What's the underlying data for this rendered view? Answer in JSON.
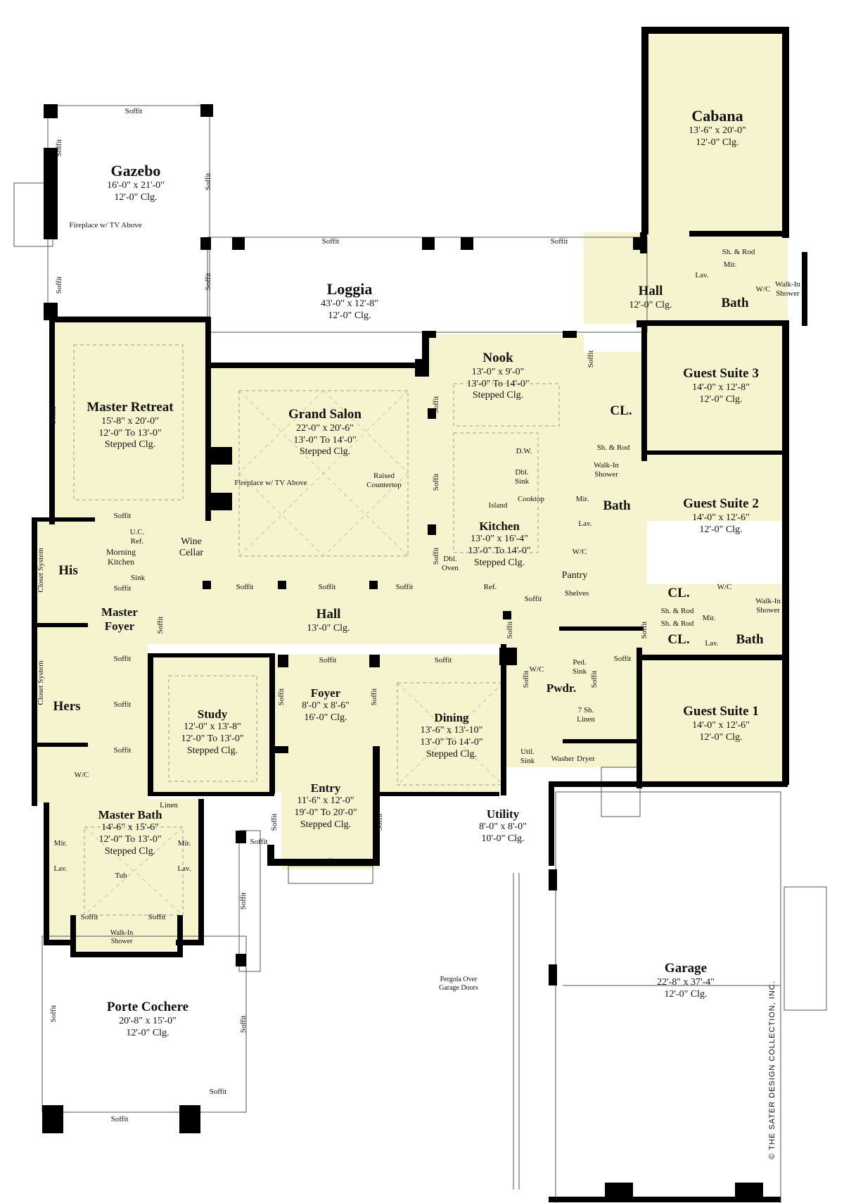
{
  "colors": {
    "floor": "#f6f3cf",
    "wall": "#000000",
    "outdoor": "#ffffff"
  },
  "rooms": {
    "gazebo": {
      "name": "Gazebo",
      "dims": "16'-0\" x 21'-0\"",
      "clg": "12'-0\" Clg."
    },
    "cabana": {
      "name": "Cabana",
      "dims": "13'-6\" x 20'-0\"",
      "clg": "12'-0\" Clg."
    },
    "loggia": {
      "name": "Loggia",
      "dims": "43'-0\" x 12'-8\"",
      "clg": "12'-0\" Clg."
    },
    "hall_cabana": {
      "name": "Hall",
      "clg": "12'-0\" Clg."
    },
    "bath_cabana": {
      "name": "Bath"
    },
    "nook": {
      "name": "Nook",
      "dims": "13'-0\" x 9'-0\"",
      "clg1": "13'-0\" To 14'-0\"",
      "clg2": "Stepped Clg."
    },
    "guest_suite_3": {
      "name": "Guest Suite 3",
      "dims": "14'-0\" x 12'-8\"",
      "clg": "12'-0\" Clg."
    },
    "master_retreat": {
      "name": "Master Retreat",
      "dims": "15'-8\" x 20'-0\"",
      "clg1": "12'-0\" To 13'-0\"",
      "clg2": "Stepped Clg."
    },
    "grand_salon": {
      "name": "Grand Salon",
      "dims": "22'-0\" x 20'-6\"",
      "clg1": "13'-0\" To 14'-0\"",
      "clg2": "Stepped Clg."
    },
    "cl_upper": {
      "name": "CL."
    },
    "guest_suite_2": {
      "name": "Guest Suite 2",
      "dims": "14'-0\" x 12'-6\"",
      "clg": "12'-0\" Clg."
    },
    "bath_guest2": {
      "name": "Bath"
    },
    "kitchen": {
      "name": "Kitchen",
      "dims": "13'-0\" x 16'-4\"",
      "clg1": "13'-0\" To 14'-0\"",
      "clg2": "Stepped Clg."
    },
    "his": {
      "name": "His"
    },
    "master_foyer": {
      "name": "Master Foyer"
    },
    "hall_main": {
      "name": "Hall",
      "clg": "13'-0\" Clg."
    },
    "cl_mid": {
      "name": "CL."
    },
    "cl_low": {
      "name": "CL."
    },
    "bath_guest1": {
      "name": "Bath"
    },
    "hers": {
      "name": "Hers"
    },
    "study": {
      "name": "Study",
      "dims": "12'-0\" x 13'-8\"",
      "clg1": "12'-0\" To 13'-0\"",
      "clg2": "Stepped Clg."
    },
    "foyer": {
      "name": "Foyer",
      "dims": "8'-0\" x 8'-6\"",
      "clg": "16'-0\" Clg."
    },
    "dining": {
      "name": "Dining",
      "dims": "13'-6\" x 13'-10\"",
      "clg1": "13'-0\" To 14'-0\"",
      "clg2": "Stepped Clg."
    },
    "pwdr": {
      "name": "Pwdr."
    },
    "guest_suite_1": {
      "name": "Guest Suite 1",
      "dims": "14'-0\" x 12'-6\"",
      "clg": "12'-0\" Clg."
    },
    "entry": {
      "name": "Entry",
      "dims": "11'-6\" x 12'-0\"",
      "clg1": "19'-0\" To 20'-0\"",
      "clg2": "Stepped Clg."
    },
    "utility": {
      "name": "Utility",
      "dims": "8'-0\" x 8'-0\"",
      "clg": "10'-0\" Clg."
    },
    "master_bath": {
      "name": "Master Bath",
      "dims": "14'-6\" x 15'-6\"",
      "clg1": "12'-0\" To 13'-0\"",
      "clg2": "Stepped Clg."
    },
    "garage": {
      "name": "Garage",
      "dims": "22'-8\" x 37'-4\"",
      "clg": "12'-0\" Clg."
    },
    "porte_cochere": {
      "name": "Porte Cochere",
      "dims": "20'-8\" x 15'-0\"",
      "clg": "12'-0\" Clg."
    }
  },
  "labels": {
    "soffit": "Soffit",
    "fireplace_gazebo": "Fireplace w/ TV Above",
    "fireplace_salon": "Fireplace w/ TV Above",
    "raised_countertop": "Raised Countertop",
    "sh_rod": "Sh. & Rod",
    "lav": "Lav.",
    "mir": "Mir.",
    "wc": "W/C",
    "walkin_shower": "Walk-In Shower",
    "dw": "D.W.",
    "dbl_sink": "Dbl. Sink",
    "cooktop": "Cooktop",
    "island": "Island",
    "uc_ref": "U.C. Ref.",
    "morning_kitchen": "Morning Kitchen",
    "sink": "Sink",
    "wine_cellar": "Wine Cellar",
    "closet_system": "Closet System",
    "dbl_oven": "Dbl. Oven",
    "ref": "Ref.",
    "pantry": "Pantry",
    "shelves": "Shelves",
    "ped_sink": "Ped. Sink",
    "linen_7sh": "7 Sh. Linen",
    "linen": "Linen",
    "util_sink": "Util. Sink",
    "washer": "Washer",
    "dryer": "Dryer",
    "tub": "Tub",
    "pergola": "Pergola Over Garage Doors",
    "copyright": "© THE SATER DESIGN COLLECTION, INC."
  }
}
